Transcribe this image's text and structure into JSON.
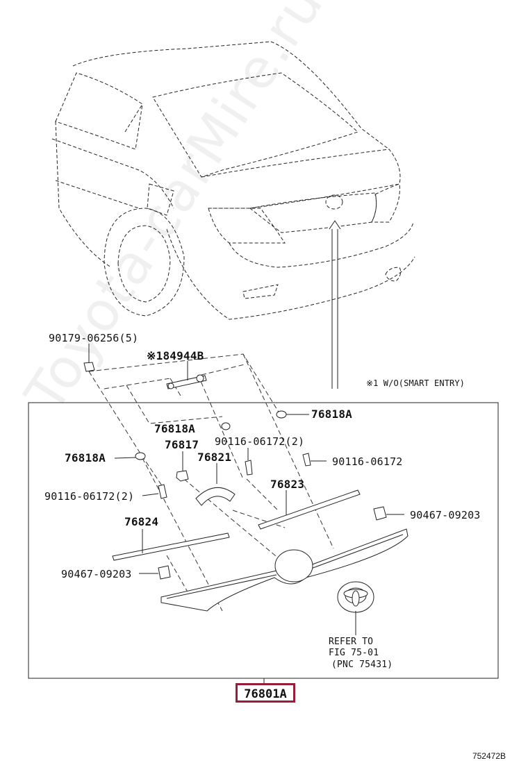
{
  "watermark": "Toyota-carMire.ru",
  "note_smart_entry": "※1 W/O(SMART ENTRY)",
  "labels": {
    "p90179": "90179-06256(5)",
    "p84944b": "※184944B",
    "p76818a_right": "76818A",
    "p76818a_mid": "76818A",
    "p76818a_left": "76818A",
    "p76817": "76817",
    "p90116_mid": "90116-06172(2)",
    "p90116_right": "90116-06172",
    "p76821": "76821",
    "p90116_left": "90116-06172(2)",
    "p76823": "76823",
    "p90467_right": "90467-09203",
    "p76824": "76824",
    "p90467_left": "90467-09203"
  },
  "refer": {
    "line1": "REFER TO",
    "line2": "FIG 75-01",
    "line3": "(PNC 75431)"
  },
  "assembly_part": "76801A",
  "figure_number": "752472B"
}
